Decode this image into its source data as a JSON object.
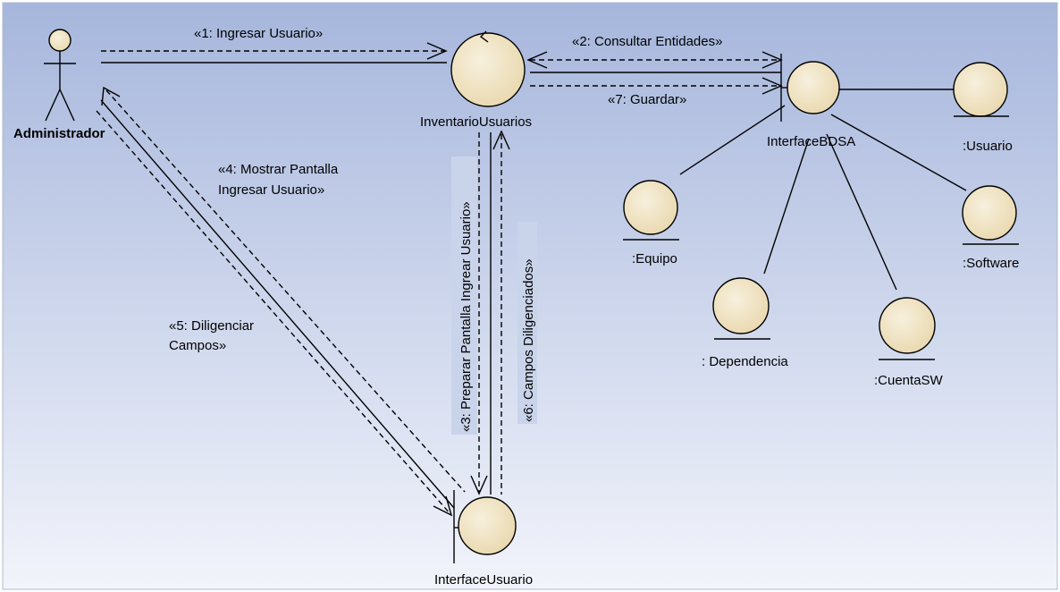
{
  "colors": {
    "background_top": "#a6b6dc",
    "background_bottom": "#f2f4fb",
    "object_fill": "#f7f0dd",
    "object_fill_edge": "#ead9b0",
    "highlight": "#c9d3ea"
  },
  "actor": {
    "name": "Administrador",
    "icon": "stick-figure-icon"
  },
  "objects": {
    "inventario": {
      "name": "InventarioUsuarios",
      "kind": "control"
    },
    "interface_bdsa": {
      "name": "InterfaceBDSA",
      "kind": "boundary"
    },
    "interface_usuario": {
      "name": "InterfaceUsuario",
      "kind": "boundary"
    },
    "usuario": {
      "name": ":Usuario",
      "kind": "entity"
    },
    "equipo": {
      "name": ":Equipo",
      "kind": "entity"
    },
    "software": {
      "name": ":Software",
      "kind": "entity"
    },
    "dependencia": {
      "name": ": Dependencia",
      "kind": "entity"
    },
    "cuentasw": {
      "name": ":CuentaSW",
      "kind": "entity"
    }
  },
  "messages": {
    "m1": "«1: Ingresar Usuario»",
    "m2": "«2: Consultar Entidades»",
    "m3": "«3: Preparar Pantalla Ingrear Usuario»",
    "m4_line1": "«4: Mostrar Pantalla",
    "m4_line2": "Ingresar Usuario»",
    "m5_line1": "«5: Diligenciar",
    "m5_line2": "Campos»",
    "m6": "«6: Campos Diligenciados»",
    "m7": "«7: Guardar»"
  }
}
